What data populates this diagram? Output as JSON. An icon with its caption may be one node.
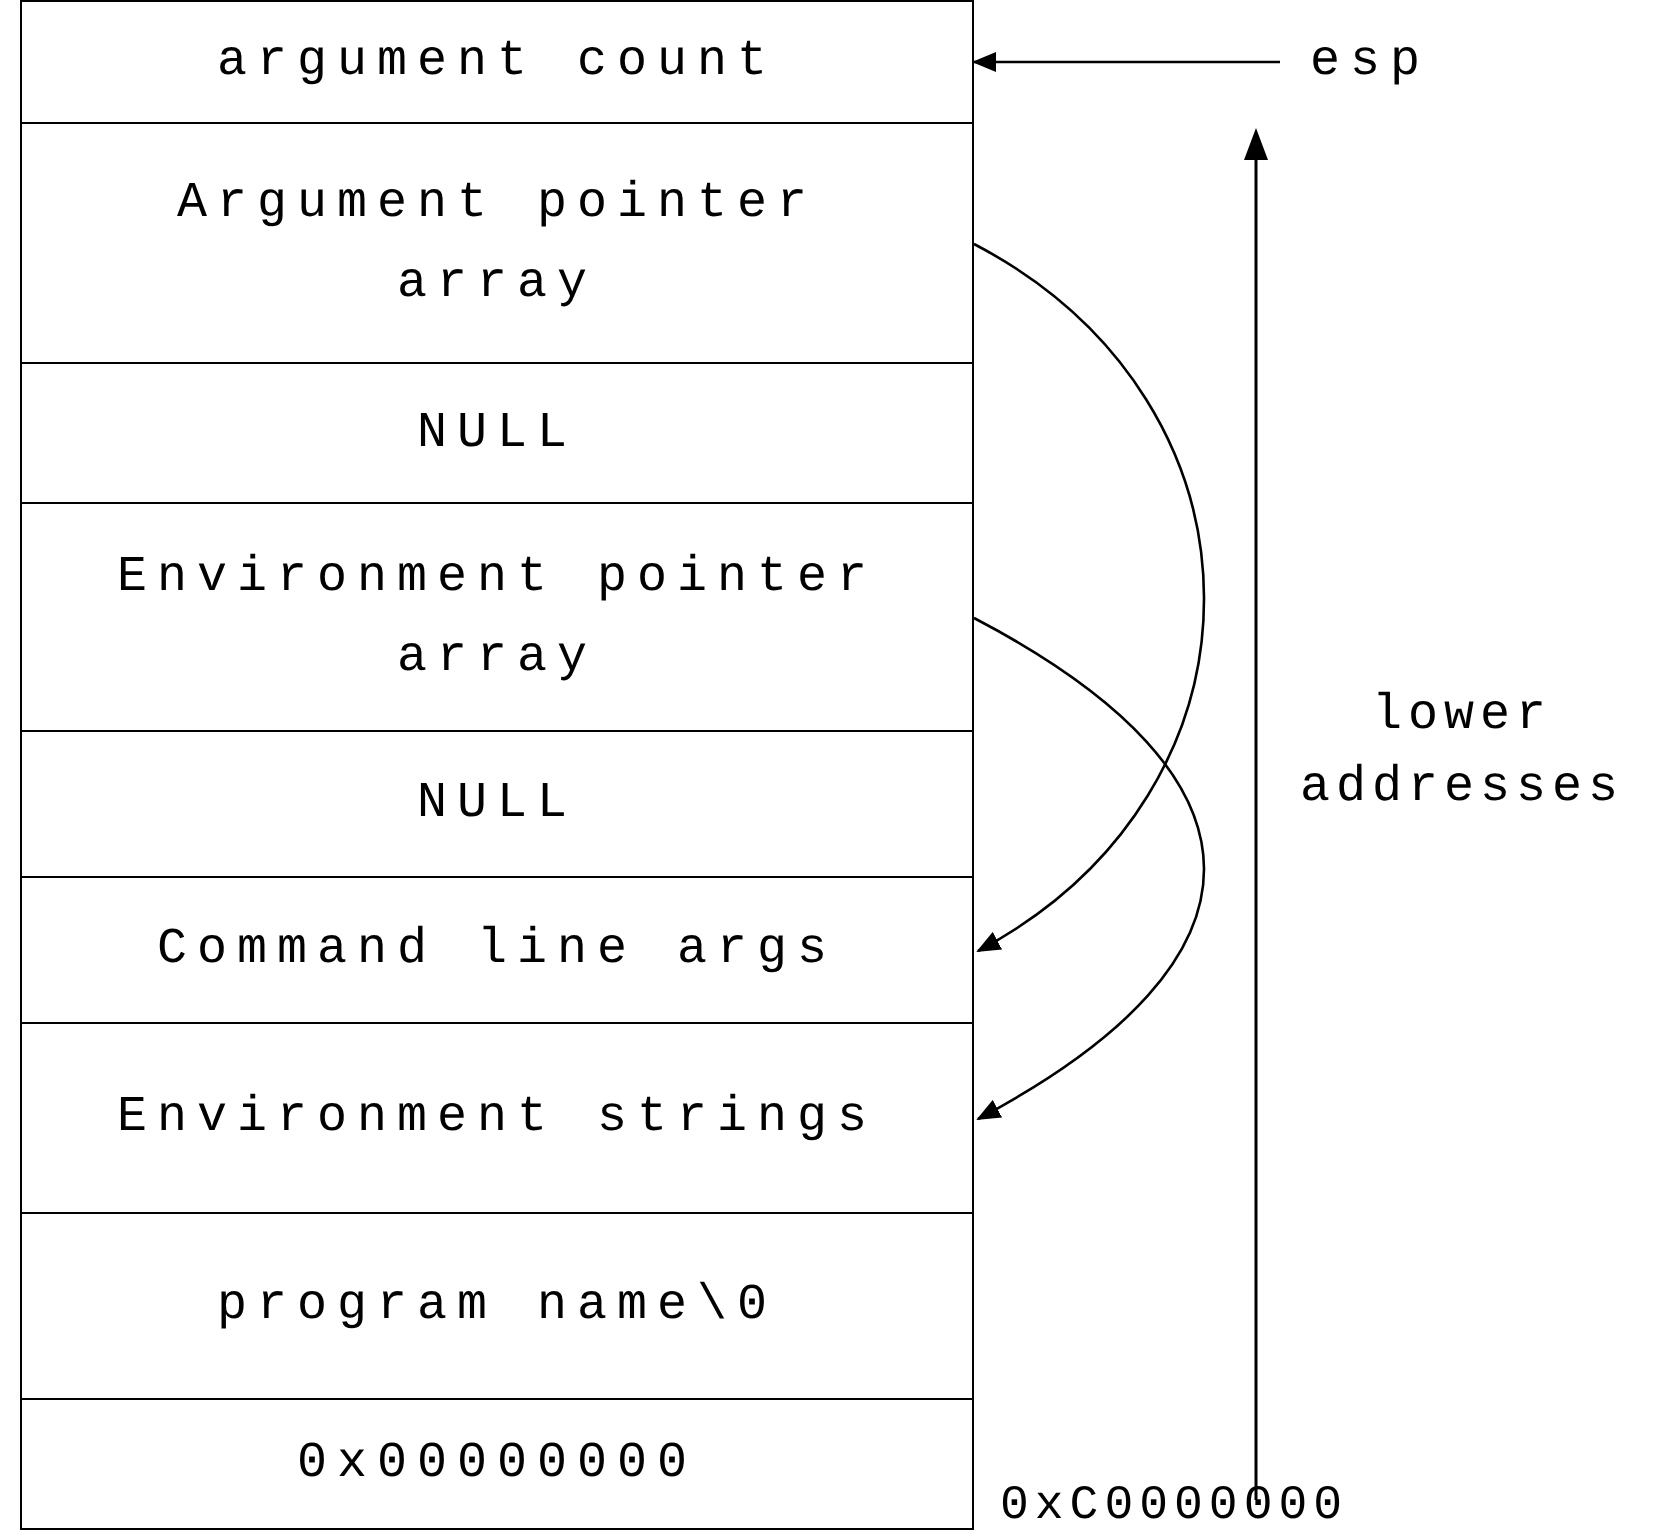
{
  "diagram": {
    "nodes": [
      {
        "text": [
          "argument count"
        ]
      },
      {
        "text": [
          "Argument pointer array"
        ]
      },
      {
        "text": [
          "NULL"
        ]
      },
      {
        "text": [
          "Environment pointer array"
        ]
      },
      {
        "text": [
          "NULL"
        ]
      },
      {
        "text": [
          "Command line args"
        ]
      },
      {
        "text": [
          "Environment strings"
        ]
      },
      {
        "text": [
          "program name\\0"
        ]
      },
      {
        "text": [
          "0x00000000"
        ]
      },
      {
        "text": [
          "esp"
        ]
      }
    ],
    "edges": [
      {
        "from": 9,
        "to": 0,
        "arrow": "to"
      },
      {
        "from": 1,
        "to": 5,
        "arrow": "to"
      },
      {
        "from": 3,
        "to": 6,
        "arrow": "to"
      }
    ],
    "labels": [
      "lower addresses",
      "0xC0000000"
    ]
  }
}
